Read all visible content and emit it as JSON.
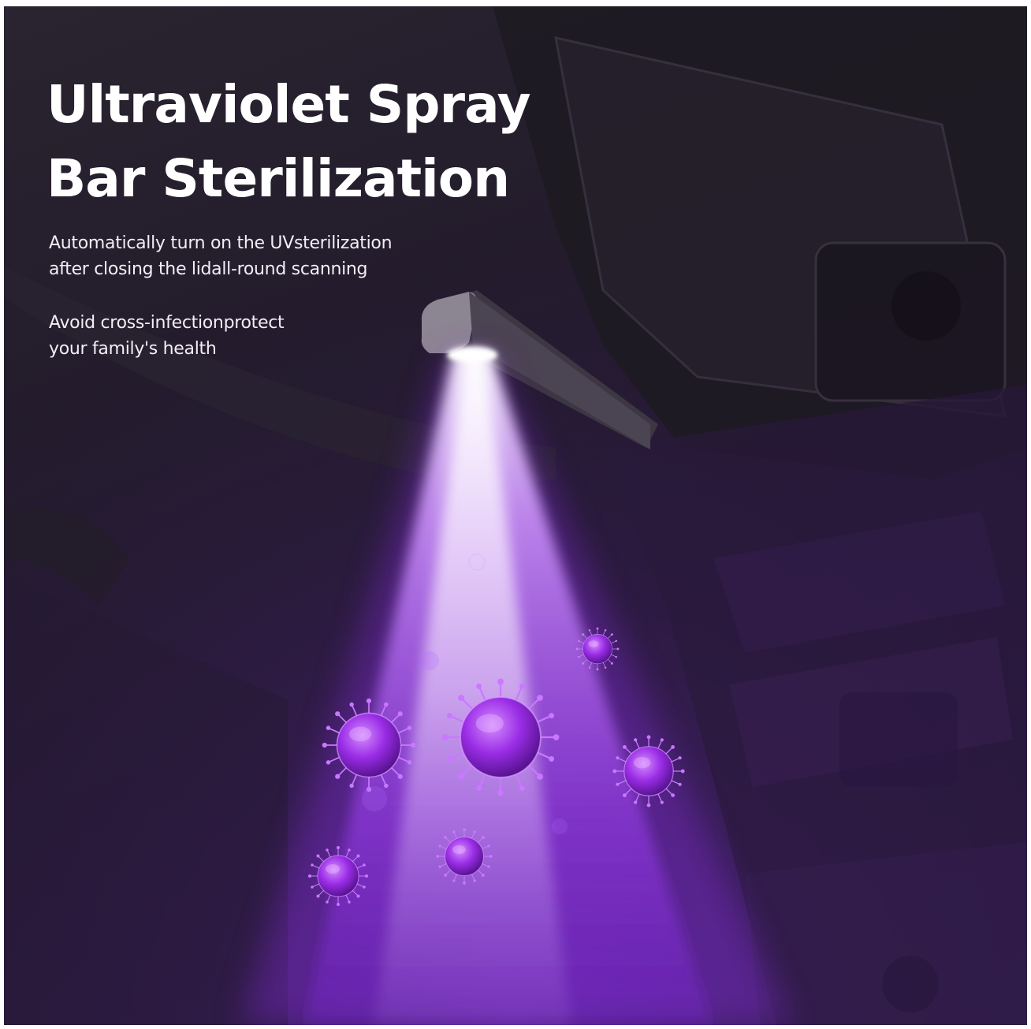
{
  "headline": {
    "line1": "Ultraviolet Spray",
    "line2": "Bar Sterilization"
  },
  "paragraphs": [
    {
      "line1": "Automatically turn on the UVsterilization",
      "line2": "after closing the lidall-round scanning"
    },
    {
      "line1": "Avoid cross-infectionprotect",
      "line2": "your family's health"
    }
  ],
  "colors": {
    "background": "#241c2e",
    "uv_glow": "#b066ff",
    "beam_core": "#f1e4ff",
    "virus": "#8a2be2",
    "text": "#ffffff"
  }
}
